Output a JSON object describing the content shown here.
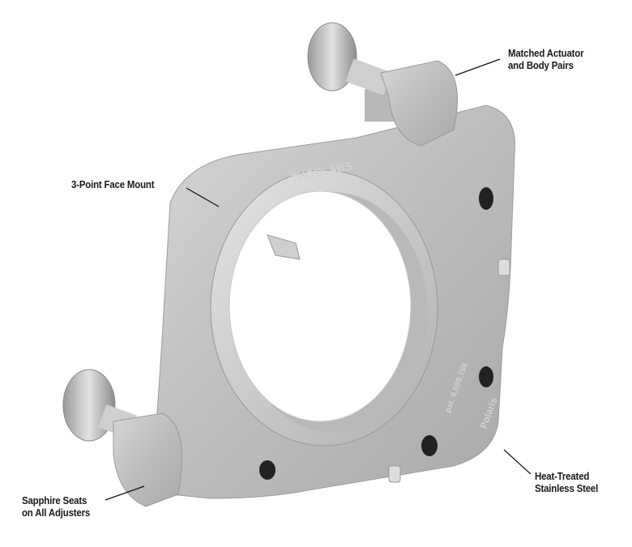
{
  "callouts": [
    {
      "id": "actuator",
      "lines": [
        "Matched Actuator",
        "and Body Pairs"
      ]
    },
    {
      "id": "face",
      "lines": [
        "3-Point Face Mount"
      ]
    },
    {
      "id": "steel",
      "lines": [
        "Heat-Treated",
        "Stainless Steel"
      ]
    },
    {
      "id": "sapphire",
      "lines": [
        "Sapphire Seats",
        "on All Adjusters"
      ]
    }
  ],
  "engravings": {
    "brand": "THORLABS",
    "patent": "pat. 9,599,786",
    "model": "Polaris"
  },
  "colors": {
    "metal": "#c4c4c4",
    "metal_dark": "#8a8a8a",
    "text": "#1a1a1a"
  }
}
